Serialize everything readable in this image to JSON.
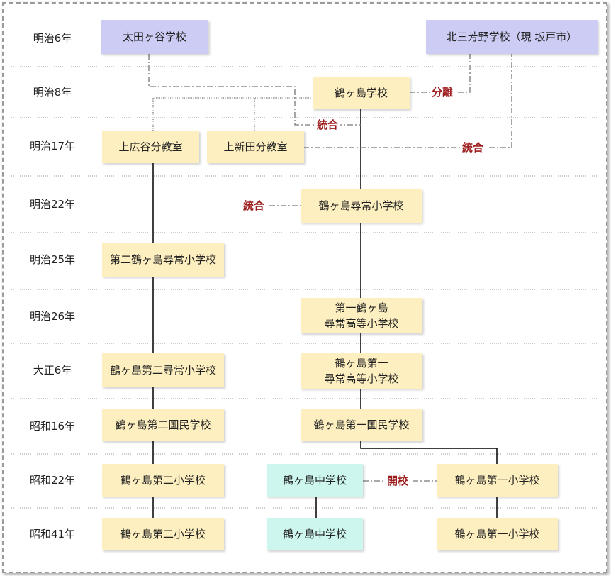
{
  "colors": {
    "purple": "#ccccf5",
    "yellow": "#fdefc0",
    "cyan": "#cdf6ef",
    "label": "#9b1a1a"
  },
  "eras": [
    {
      "id": "meiji6",
      "label": "明治6年"
    },
    {
      "id": "meiji8",
      "label": "明治8年"
    },
    {
      "id": "meiji17",
      "label": "明治17年"
    },
    {
      "id": "meiji22",
      "label": "明治22年"
    },
    {
      "id": "meiji25",
      "label": "明治25年"
    },
    {
      "id": "meiji26",
      "label": "明治26年"
    },
    {
      "id": "taisho6",
      "label": "大正6年"
    },
    {
      "id": "showa16",
      "label": "昭和16年"
    },
    {
      "id": "showa22",
      "label": "昭和22年"
    },
    {
      "id": "showa41",
      "label": "昭和41年"
    }
  ],
  "schools": [
    {
      "id": "ootagaya",
      "label": "太田ヶ谷学校",
      "color": "purple"
    },
    {
      "id": "kitamiyoshino",
      "label": "北三芳野学校（現 坂戸市）",
      "color": "purple"
    },
    {
      "id": "tsurugashima",
      "label": "鶴ヶ島学校",
      "color": "yellow"
    },
    {
      "id": "kamihirogaya",
      "label": "上広谷分教室",
      "color": "yellow"
    },
    {
      "id": "kamishinden",
      "label": "上新田分教室",
      "color": "yellow"
    },
    {
      "id": "jinjo",
      "label": "鶴ヶ島尋常小学校",
      "color": "yellow"
    },
    {
      "id": "dai2jinjo",
      "label": "第二鶴ヶ島尋常小学校",
      "color": "yellow"
    },
    {
      "id": "dai1koto",
      "label": "第一鶴ヶ島\n尋常高等小学校",
      "color": "yellow"
    },
    {
      "id": "dai2jinjo_t6",
      "label": "鶴ヶ島第二尋常小学校",
      "color": "yellow"
    },
    {
      "id": "dai1koto_t6",
      "label": "鶴ヶ島第一\n尋常高等小学校",
      "color": "yellow"
    },
    {
      "id": "dai2kokumin",
      "label": "鶴ヶ島第二国民学校",
      "color": "yellow"
    },
    {
      "id": "dai1kokumin",
      "label": "鶴ヶ島第一国民学校",
      "color": "yellow"
    },
    {
      "id": "dai2sho_s22",
      "label": "鶴ヶ島第二小学校",
      "color": "yellow"
    },
    {
      "id": "chu_s22",
      "label": "鶴ヶ島中学校",
      "color": "cyan"
    },
    {
      "id": "dai1sho_s22",
      "label": "鶴ヶ島第一小学校",
      "color": "yellow"
    },
    {
      "id": "dai2sho_s41",
      "label": "鶴ヶ島第二小学校",
      "color": "yellow"
    },
    {
      "id": "chu_s41",
      "label": "鶴ヶ島中学校",
      "color": "cyan"
    },
    {
      "id": "dai1sho_s41",
      "label": "鶴ヶ島第一小学校",
      "color": "yellow"
    }
  ],
  "relations": [
    {
      "id": "bunri",
      "label": "分離"
    },
    {
      "id": "togo1",
      "label": "統合"
    },
    {
      "id": "togo2",
      "label": "統合"
    },
    {
      "id": "togo3",
      "label": "統合"
    },
    {
      "id": "kaiko",
      "label": "開校"
    }
  ]
}
